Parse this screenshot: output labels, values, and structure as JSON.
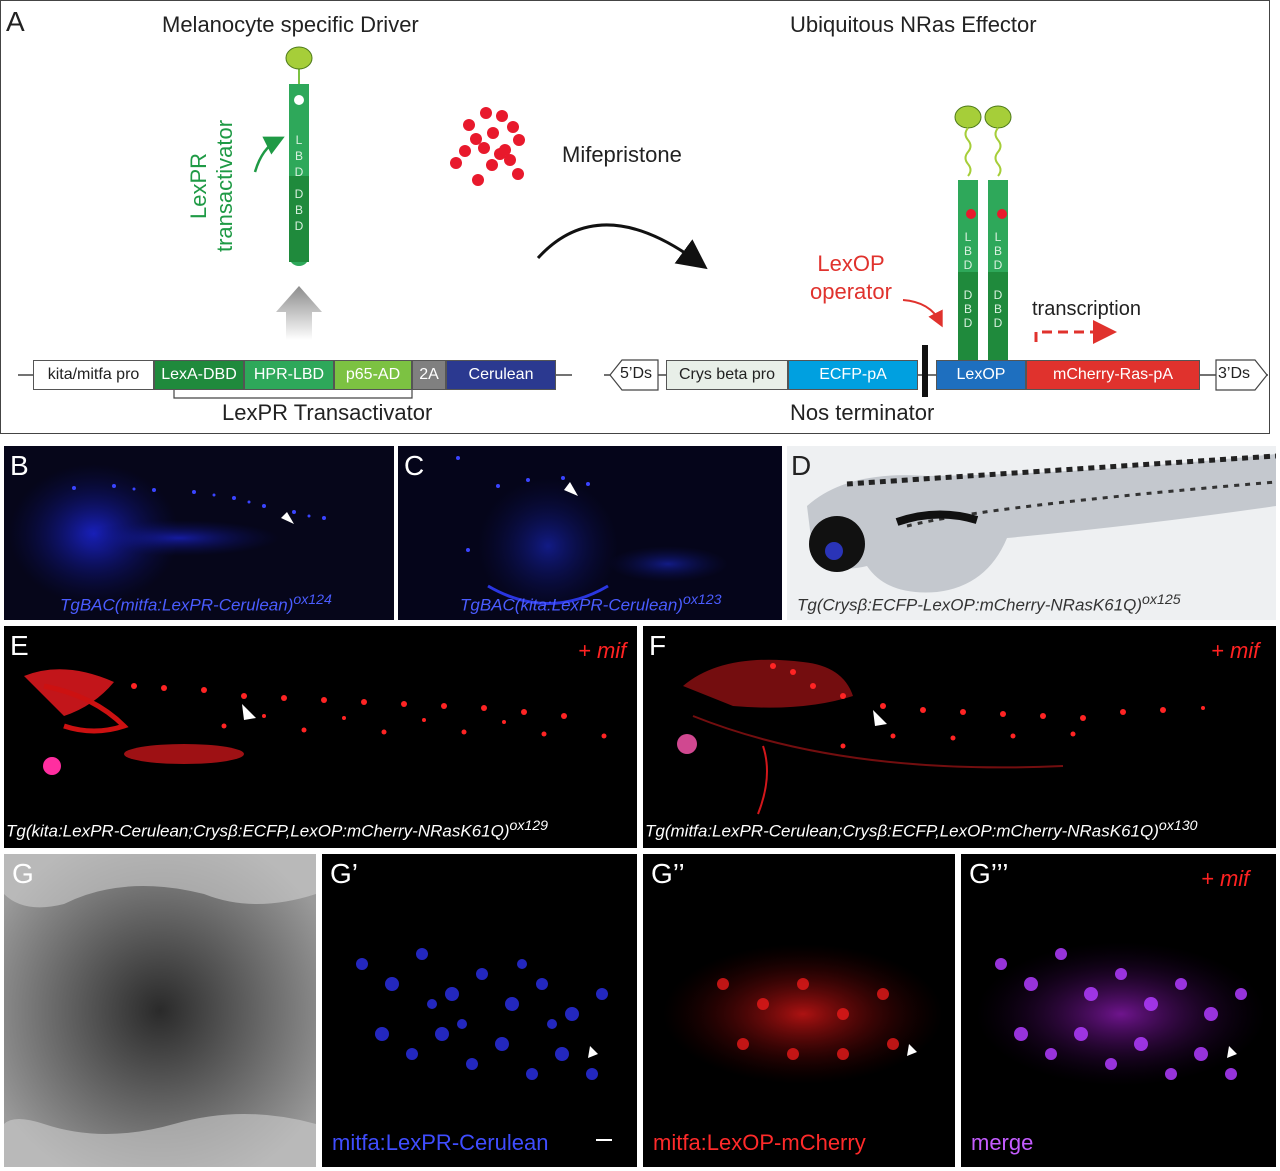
{
  "panels": {
    "A": "A",
    "B": "B",
    "C": "C",
    "D": "D",
    "E": "E",
    "F": "F",
    "G": "G",
    "G1": "G’",
    "G2": "G’’",
    "G3": "G’’’"
  },
  "panelA": {
    "driver_title": "Melanocyte specific Driver",
    "effector_title": "Ubiquitous NRas Effector",
    "transactivator_line1": "LexPR",
    "transactivator_line2": "transactivator",
    "lbd_letters": "LBD",
    "dbd_letters": "DBD",
    "drug": "Mifepristone",
    "operator_line1": "LexOP",
    "operator_line2": "operator",
    "transcription": "transcription",
    "driver_construct": {
      "promoter": "kita/mitfa pro",
      "lexa_dbd": "LexA-DBD",
      "hpr_lbd": "HPR-LBD",
      "p65_ad": "p65-AD",
      "twoA": "2A",
      "cerulean": "Cerulean",
      "bracket_label": "LexPR Transactivator"
    },
    "effector_construct": {
      "ds5": "5’Ds",
      "crys_beta_pro": "Crys beta pro",
      "ecfp_pa": "ECFP-pA",
      "lexop": "LexOP",
      "mcherry": "mCherry-Ras-pA",
      "ds3": "3’Ds",
      "nos_terminator": "Nos terminator"
    },
    "colors": {
      "dark_green": "#1f8a3c",
      "mid_green": "#2ea85a",
      "light_green": "#7cc242",
      "blue_cyan": "#00a0e0",
      "blue_box": "#1e6fbf",
      "navy": "#2b3990",
      "red_box": "#e0322d",
      "grey_box": "#808080"
    }
  },
  "captions": {
    "B": "TgBAC(mitfa:LexPR-Cerulean)",
    "B_sup": "ox124",
    "C": "TgBAC(kita:LexPR-Cerulean)",
    "C_sup": "ox123",
    "D": "Tg(Crysβ:ECFP-LexOP:mCherry-NRasK61Q)",
    "D_sup": "ox125",
    "E": "Tg(kita:LexPR-Cerulean;Crysβ:ECFP,LexOP:mCherry-NRasK61Q)",
    "E_sup": "ox129",
    "F": "Tg(mitfa:LexPR-Cerulean;Crysβ:ECFP,LexOP:mCherry-NRasK61Q)",
    "F_sup": "ox130",
    "mif": "+ mif",
    "G1": "mitfa:LexPR-Cerulean",
    "G2": "mitfa:LexOP-mCherry",
    "G3": "merge"
  }
}
